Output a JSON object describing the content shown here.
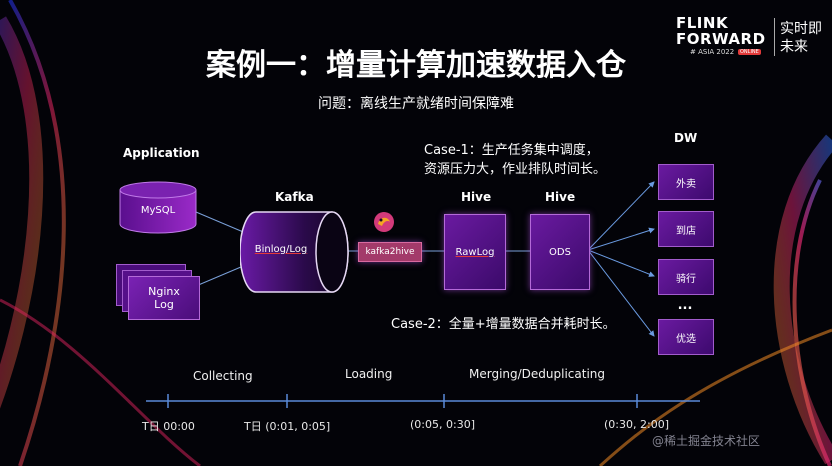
{
  "title": "案例一：增量计算加速数据入仓",
  "subtitle": "问题：离线生产就绪时间保障难",
  "logo": {
    "line1": "FLINK",
    "line2": "FORWARD",
    "line3": "# ASIA 2022",
    "badge": "ONLINE",
    "cn1": "实时即",
    "cn2": "未来"
  },
  "labels": {
    "application": "Application",
    "kafka": "Kafka",
    "hive1": "Hive",
    "hive2": "Hive",
    "dw": "DW",
    "dots": "..."
  },
  "nodes": {
    "mysql": "MySQL",
    "nginx_line1": "Nginx",
    "nginx_line2": "Log",
    "binlog": "Binlog/Log",
    "kafka2hive": "kafka2hive",
    "rawlog": "RawLog",
    "ods": "ODS"
  },
  "dw_items": [
    "外卖",
    "到店",
    "骑行",
    "优选"
  ],
  "cases": {
    "case1_line1": "Case-1：生产任务集中调度，",
    "case1_line2": "资源压力大，作业排队时间长。",
    "case2": "Case-2：全量+增量数据合并耗时长。"
  },
  "timeline": {
    "phases": [
      "Collecting",
      "Loading",
      "Merging/Deduplicating"
    ],
    "ticks": [
      "T日 00:00",
      "T日 (0:01, 0:05]",
      "(0:05, 0:30]",
      "(0:30, 2:00]"
    ]
  },
  "watermark": "@稀土掘金技术社区"
}
